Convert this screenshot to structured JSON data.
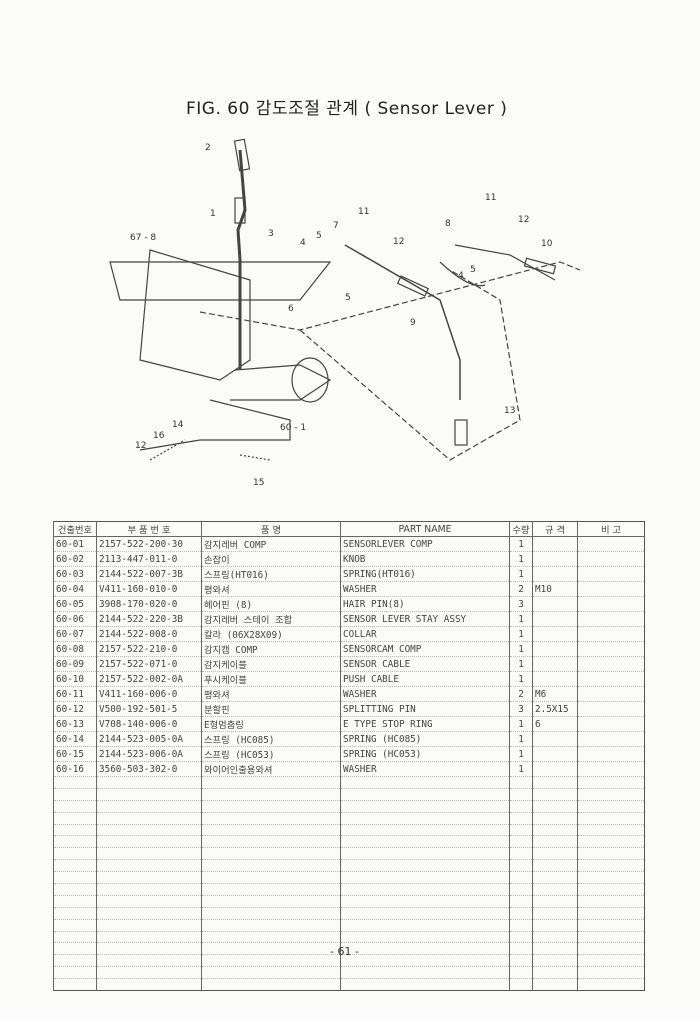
{
  "title": "FIG. 60 감도조절 관계 ( Sensor Lever )",
  "callouts": [
    "2",
    "1",
    "3",
    "4",
    "5",
    "7",
    "11",
    "12",
    "8",
    "11",
    "12",
    "10",
    "5",
    "4",
    "5",
    "6",
    "9",
    "67 - 8",
    "60 - 1",
    "13",
    "14",
    "16",
    "12",
    "15"
  ],
  "table": {
    "headers": [
      "건출번호",
      "부 품 번 호",
      "품 명",
      "PART NAME",
      "수량",
      "규 격",
      "비 고"
    ],
    "rows": [
      [
        "60-01",
        "2157-522-200-30",
        "감지레버 COMP",
        "SENSORLEVER COMP",
        "1",
        "",
        ""
      ],
      [
        "60-02",
        "2113-447-011-0",
        "손잡이",
        "KNOB",
        "1",
        "",
        ""
      ],
      [
        "60-03",
        "2144-522-007-3B",
        "스프링(HT016)",
        "SPRING(HT016)",
        "1",
        "",
        ""
      ],
      [
        "60-04",
        "V411-160-010-0",
        "평와셔",
        "WASHER",
        "2",
        "M10",
        ""
      ],
      [
        "60-05",
        "3908-170-020-0",
        "헤어핀 (8)",
        "HAIR PIN(8)",
        "3",
        "",
        ""
      ],
      [
        "60-06",
        "2144-522-220-3B",
        "감지레버 스테이 조합",
        "SENSOR LEVER STAY ASSY",
        "1",
        "",
        ""
      ],
      [
        "60-07",
        "2144-522-008-0",
        "칼라 (06X28X09)",
        "COLLAR",
        "1",
        "",
        ""
      ],
      [
        "60-08",
        "2157-522-210-0",
        "감지캠 COMP",
        "SENSORCAM COMP",
        "1",
        "",
        ""
      ],
      [
        "60-09",
        "2157-522-071-0",
        "감지케이블",
        "SENSOR CABLE",
        "1",
        "",
        ""
      ],
      [
        "60-10",
        "2157-522-002-0A",
        "푸시케이블",
        "PUSH CABLE",
        "1",
        "",
        ""
      ],
      [
        "60-11",
        "V411-160-006-0",
        "평와셔",
        "WASHER",
        "2",
        "M6",
        ""
      ],
      [
        "60-12",
        "V500-192-501-5",
        "분할핀",
        "SPLITTING PIN",
        "3",
        "2.5X15",
        ""
      ],
      [
        "60-13",
        "V708-140-006-0",
        "E형멈춤링",
        "E TYPE STOP RING",
        "1",
        "6",
        ""
      ],
      [
        "60-14",
        "2144-523-005-0A",
        "스프링 (HC085)",
        "SPRING (HC085)",
        "1",
        "",
        ""
      ],
      [
        "60-15",
        "2144-523-006-0A",
        "스프링 (HC053)",
        "SPRING (HC053)",
        "1",
        "",
        ""
      ],
      [
        "60-16",
        "3560-503-302-0",
        "와이어인출용와셔",
        "WASHER",
        "1",
        "",
        ""
      ]
    ]
  },
  "page_number": "- 61 -"
}
